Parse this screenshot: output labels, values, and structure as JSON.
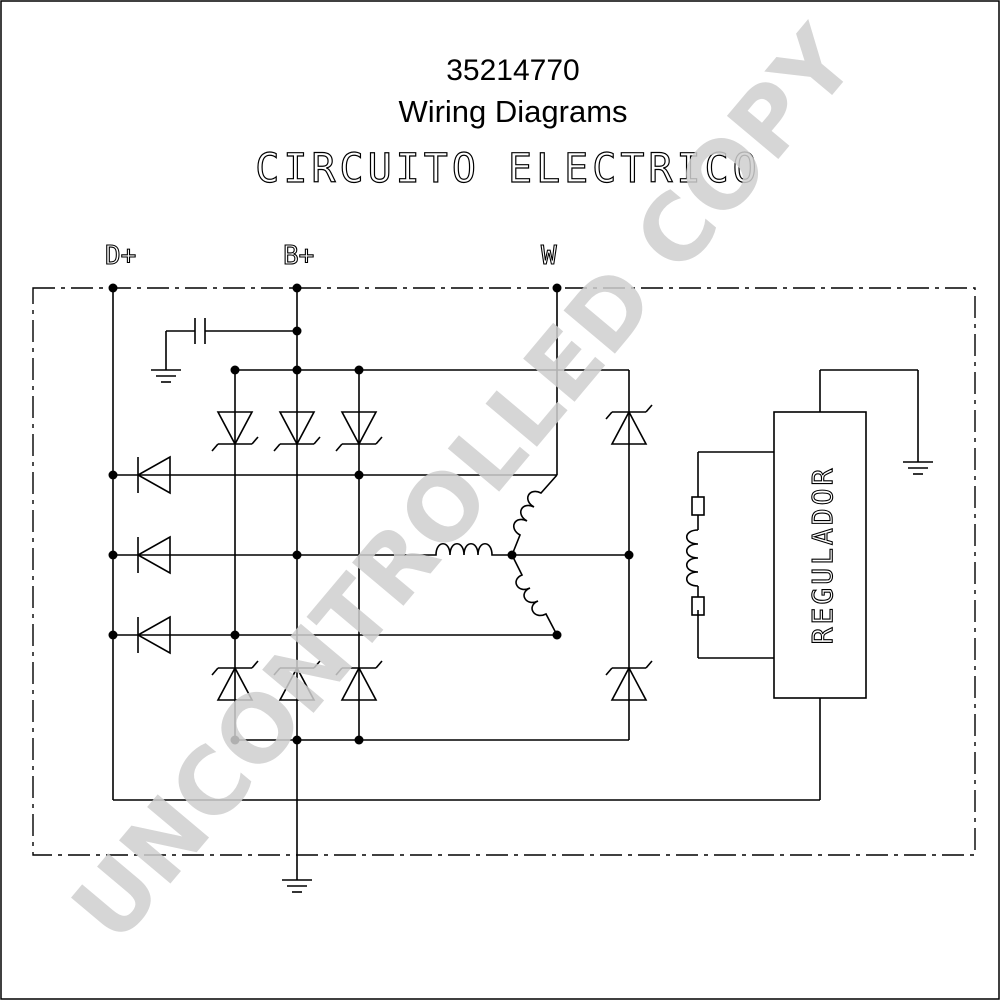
{
  "diagram": {
    "part_number": "35214770",
    "title": "Wiring Diagrams",
    "subtitle": "CIRCUITO ELECTRICO",
    "terminals": {
      "d_plus": "D+",
      "b_plus": "B+",
      "w": "W"
    },
    "regulator_label": "REGULADOR",
    "watermark": "UNCONTROLLED COPY"
  }
}
